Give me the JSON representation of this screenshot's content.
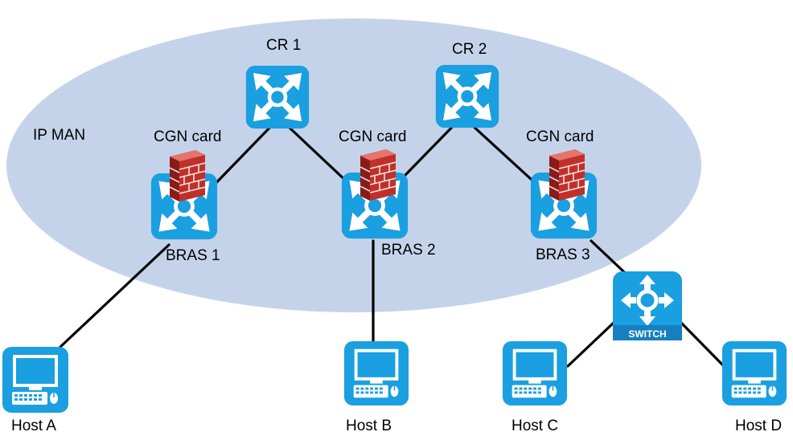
{
  "network": {
    "region_label": "IP MAN",
    "core_routers": [
      {
        "label": "CR 1"
      },
      {
        "label": "CR 2"
      }
    ],
    "bras": [
      {
        "label": "BRAS 1",
        "card_label": "CGN card"
      },
      {
        "label": "BRAS 2",
        "card_label": "CGN card"
      },
      {
        "label": "BRAS 3",
        "card_label": "CGN card"
      }
    ],
    "switch": {
      "badge": "SWITCH"
    },
    "hosts": [
      {
        "label": "Host A"
      },
      {
        "label": "Host B"
      },
      {
        "label": "Host C"
      },
      {
        "label": "Host D"
      }
    ]
  },
  "colors": {
    "region_fill": "#c5d3ea",
    "device_blue": "#1a9fe0",
    "firewall_red": "#c0302a",
    "link": "#000000"
  },
  "icons": {
    "router": "router-icon",
    "firewall": "firewall-icon",
    "switch": "switch-icon",
    "host": "computer-icon"
  }
}
